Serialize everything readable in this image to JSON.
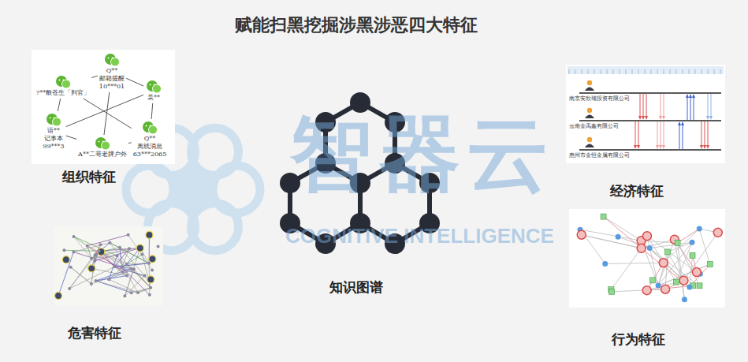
{
  "diagram": {
    "title": "赋能扫黑挖掘涉黑涉恶四大特征",
    "nodes": [
      {
        "text": [
          "组织特征"
        ]
      },
      {
        "text": [
          "Q**邮箱提醒 10***01"
        ],
        "in": 0
      },
      {
        "text": [
          "?**般苍生「判官」"
        ],
        "in": 0
      },
      {
        "text": [
          "吴**"
        ],
        "in": 0
      },
      {
        "text": [
          "语**记事本 99***3"
        ],
        "in": 0
      },
      {
        "text": [
          "Q**离线消息 63***2065"
        ],
        "in": 0
      },
      {
        "text": [
          "A**二哥老牌户外"
        ],
        "in": 0
      },
      {
        "text": [
          "经济特征"
        ]
      },
      {
        "text": [
          "知识图谱"
        ]
      },
      {
        "text": [
          "危害特征"
        ]
      },
      {
        "text": [
          "行为特征"
        ]
      }
    ],
    "edges": [
      {
        "from": 1,
        "to": 2,
        "arrow": "none"
      },
      {
        "from": 1,
        "to": 3,
        "arrow": "none"
      },
      {
        "from": 2,
        "to": 4,
        "arrow": "none"
      },
      {
        "from": 4,
        "to": 6,
        "arrow": "none"
      },
      {
        "from": 6,
        "to": 5,
        "arrow": "none"
      },
      {
        "from": 3,
        "to": 5,
        "arrow": "none"
      },
      {
        "from": 2,
        "to": 5,
        "arrow": "none"
      },
      {
        "from": 3,
        "to": 4,
        "arrow": "none"
      },
      {
        "from": 1,
        "to": 6,
        "arrow": "none"
      }
    ],
    "labels": [
      "智器云",
      "COGNITIVE INTELLIGENCE",
      "南京安欣瑞投资有限公司",
      "云南金禹鑫有限公司",
      "惠州市金恒金属有限公司"
    ]
  }
}
